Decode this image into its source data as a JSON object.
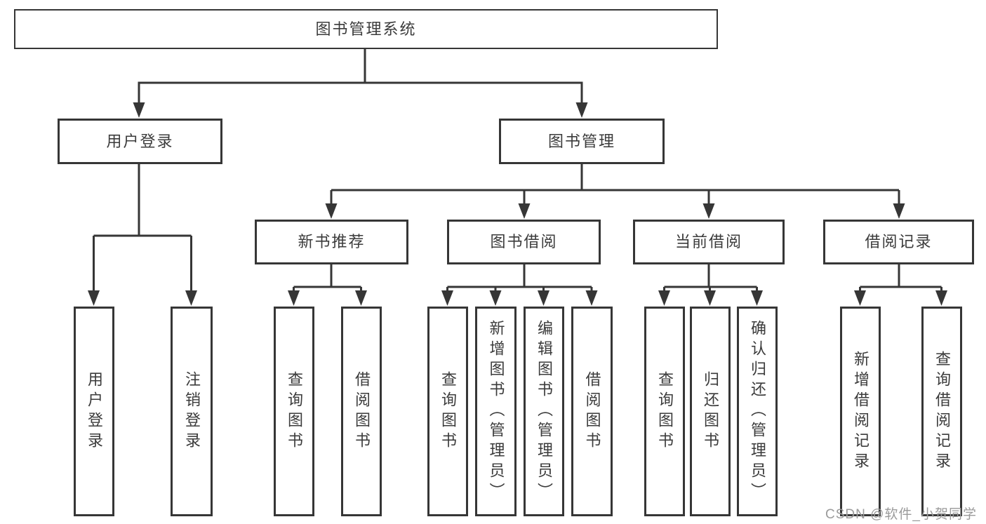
{
  "colors": {
    "line": "#363636",
    "node_border": "#363636",
    "node_text": "#3b3b3b",
    "background": "#ffffff",
    "watermark": "#9b9b9b"
  },
  "diagram": {
    "root": {
      "label": "图书管理系统"
    },
    "level2": [
      {
        "label": "用户登录"
      },
      {
        "label": "图书管理"
      }
    ],
    "level3": [
      {
        "label": "新书推荐",
        "parent": "图书管理"
      },
      {
        "label": "图书借阅",
        "parent": "图书管理"
      },
      {
        "label": "当前借阅",
        "parent": "图书管理"
      },
      {
        "label": "借阅记录",
        "parent": "图书管理"
      }
    ],
    "leaves": [
      {
        "label": "用户登录",
        "parent": "用户登录"
      },
      {
        "label": "注销登录",
        "parent": "用户登录"
      },
      {
        "label": "查询图书",
        "parent": "新书推荐"
      },
      {
        "label": "借阅图书",
        "parent": "新书推荐"
      },
      {
        "label": "查询图书",
        "parent": "图书借阅"
      },
      {
        "label": "新增图书（管理员）",
        "parent": "图书借阅"
      },
      {
        "label": "编辑图书（管理员）",
        "parent": "图书借阅"
      },
      {
        "label": "借阅图书",
        "parent": "图书借阅"
      },
      {
        "label": "查询图书",
        "parent": "当前借阅"
      },
      {
        "label": "归还图书",
        "parent": "当前借阅"
      },
      {
        "label": "确认归还（管理员）",
        "parent": "当前借阅"
      },
      {
        "label": "新增借阅记录",
        "parent": "借阅记录"
      },
      {
        "label": "查询借阅记录",
        "parent": "借阅记录"
      }
    ]
  },
  "watermark": {
    "text": "CSDN @软件_小贺同学"
  }
}
